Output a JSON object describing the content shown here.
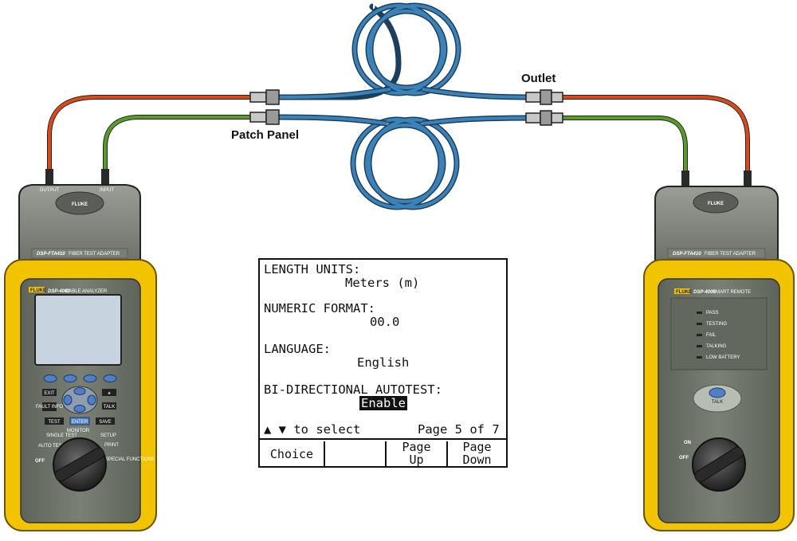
{
  "labels": {
    "patch_panel": "Patch Panel",
    "outlet": "Outlet"
  },
  "main_unit": {
    "brand": "FLUKE",
    "model": "DSP-4000",
    "model_desc": "CABLE ANALYZER",
    "adapter": "DSP-FTA410",
    "adapter_desc": "FIBER TEST ADAPTER",
    "port_output": "OUTPUT",
    "port_input": "INPUT",
    "keys": {
      "exit": "EXIT",
      "fault_info": "FAULT INFO",
      "talk": "TALK",
      "test": "TEST",
      "enter": "ENTER",
      "save": "SAVE"
    },
    "dial": {
      "monitor": "MONITOR",
      "setup": "SETUP",
      "single_test": "SINGLE TEST",
      "auto_test": "AUTO TEST",
      "print": "PRINT",
      "off": "OFF",
      "special_functions": "SPECIAL FUNCTIONS"
    }
  },
  "remote_unit": {
    "brand": "FLUKE",
    "model": "DSP-4000",
    "model_desc": "SMART REMOTE",
    "adapter": "DSP-FTA410",
    "adapter_desc": "FIBER TEST ADAPTER",
    "leds": [
      "PASS",
      "TESTING",
      "FAIL",
      "TALKING",
      "LOW BATTERY"
    ],
    "talk": "TALK",
    "on": "ON",
    "off": "OFF"
  },
  "screen": {
    "length_units_label": "LENGTH UNITS:",
    "length_units_value": "Meters (m)",
    "numeric_format_label": "NUMERIC FORMAT:",
    "numeric_format_value": "00.0",
    "language_label": "LANGUAGE:",
    "language_value": "English",
    "bidir_label": "BI-DIRECTIONAL AUTOTEST:",
    "bidir_value": "Enable",
    "select_hint": "▲ ▼ to select",
    "page": "Page 5 of 7",
    "softkeys": [
      "Choice",
      "",
      "Page\nUp",
      "Page\nDown"
    ]
  },
  "colors": {
    "fiber_blue": "#3a82b8",
    "fiber_orange": "#d84a1c",
    "fiber_green": "#5a9a2a",
    "case_yellow": "#f2c400",
    "body_gray": "#6e7468",
    "adapter_gray": "#8a8d86",
    "lcd": "#c7d3df"
  }
}
